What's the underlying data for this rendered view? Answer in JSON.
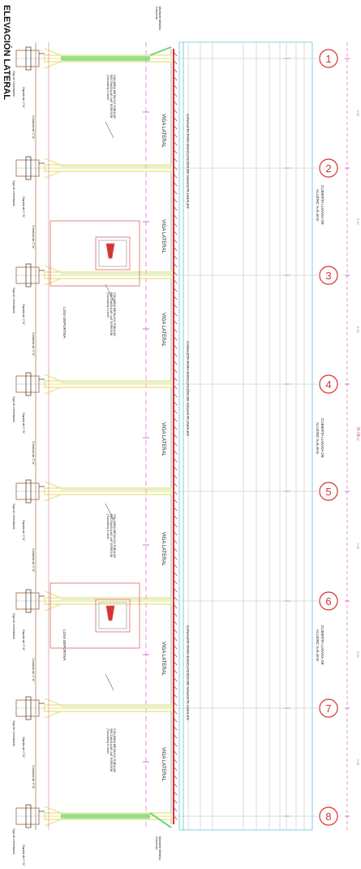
{
  "title": "ELEVACIÓN LATERAL",
  "axes": [
    "1",
    "2",
    "3",
    "4",
    "5",
    "6",
    "7",
    "8"
  ],
  "labels": {
    "canaleta": "CANALETA PARA EVACUACIÓN DE AGUAS PLUVIALES",
    "viga_lateral": "VIGA LATERAL",
    "cubierta": "CUBIERTA LLVIANA DE ALUZINC e=0.4mm",
    "losa": "LOSA DEPORTIVA",
    "columna": "Columna de C°A°",
    "zapata": "Zapata de C°A°",
    "viga_cimentacion": "Viga de cimentación",
    "columna_metalica": "COLUMNA METALICA TUBULAR RECTANGULAR 4x8\" ESPESOR (Tubulares) e=4mm",
    "montante": "Montante Metálico Columnas",
    "dim_total": "36.00",
    "dim_span": "5.00"
  },
  "colors": {
    "yellow": "#e9e07a",
    "green": "#6cd66c",
    "red": "#d63333",
    "magenta": "#d64fd6",
    "cyan": "#56c8d8",
    "grid": "#bfbfbf",
    "dark": "#333333"
  }
}
